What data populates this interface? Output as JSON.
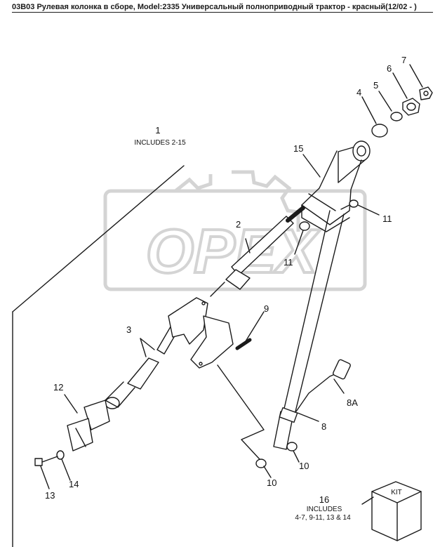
{
  "title": "03B03 Рулевая колонка в сборе, Model:2335 Универсальный полноприводный трактор - красный(12/02 - )",
  "watermark": "OPEX",
  "colors": {
    "line": "#1a1a1a",
    "watermark": "#d9d9d9"
  },
  "callouts": {
    "c1": "1",
    "c1_note": "INCLUDES 2-15",
    "c2": "2",
    "c3": "3",
    "c4": "4",
    "c5": "5",
    "c6": "6",
    "c7": "7",
    "c8": "8",
    "c8a": "8A",
    "c9": "9",
    "c10a": "10",
    "c10b": "10",
    "c11a": "11",
    "c11b": "11",
    "c12": "12",
    "c13": "13",
    "c14": "14",
    "c15": "15",
    "c16": "16",
    "c16_note1": "INCLUDES",
    "c16_note2": "4-7, 9-11, 13 & 14",
    "kit": "KIT"
  }
}
